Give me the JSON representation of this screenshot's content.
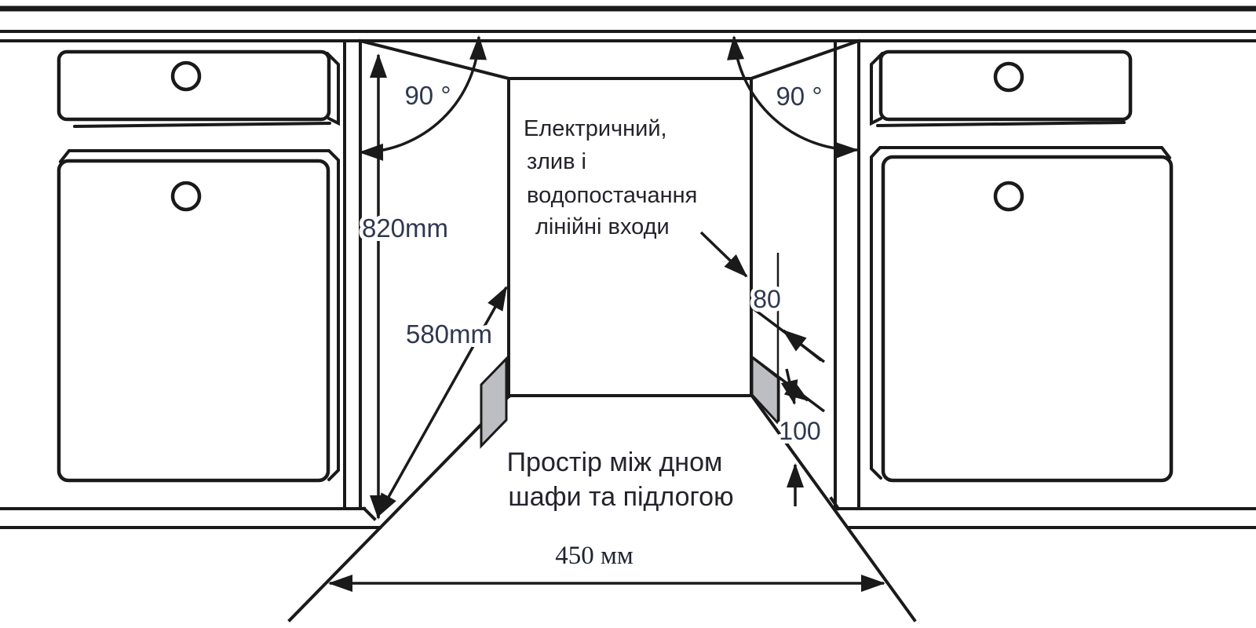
{
  "diagram": {
    "type": "appliance-installation-drawing",
    "labels": {
      "angle_left": "90 °",
      "angle_right": "90 °",
      "cabinet_height": "820mm",
      "niche_depth": "580mm",
      "service_offset": "80",
      "plinth_clearance": "100",
      "niche_width": "450 мм"
    },
    "notes": {
      "services": [
        "Електричний,",
        "злив і",
        "водопостачання",
        "лінійні входи"
      ],
      "floor_gap": [
        "Простір між дном",
        "шафи та підлогою"
      ]
    },
    "colors": {
      "line": "#1a1a1a",
      "dimension_text": "#2f3850",
      "note_text": "#23232b",
      "plinth_panel": "#bcbec2",
      "background": "#ffffff"
    }
  }
}
